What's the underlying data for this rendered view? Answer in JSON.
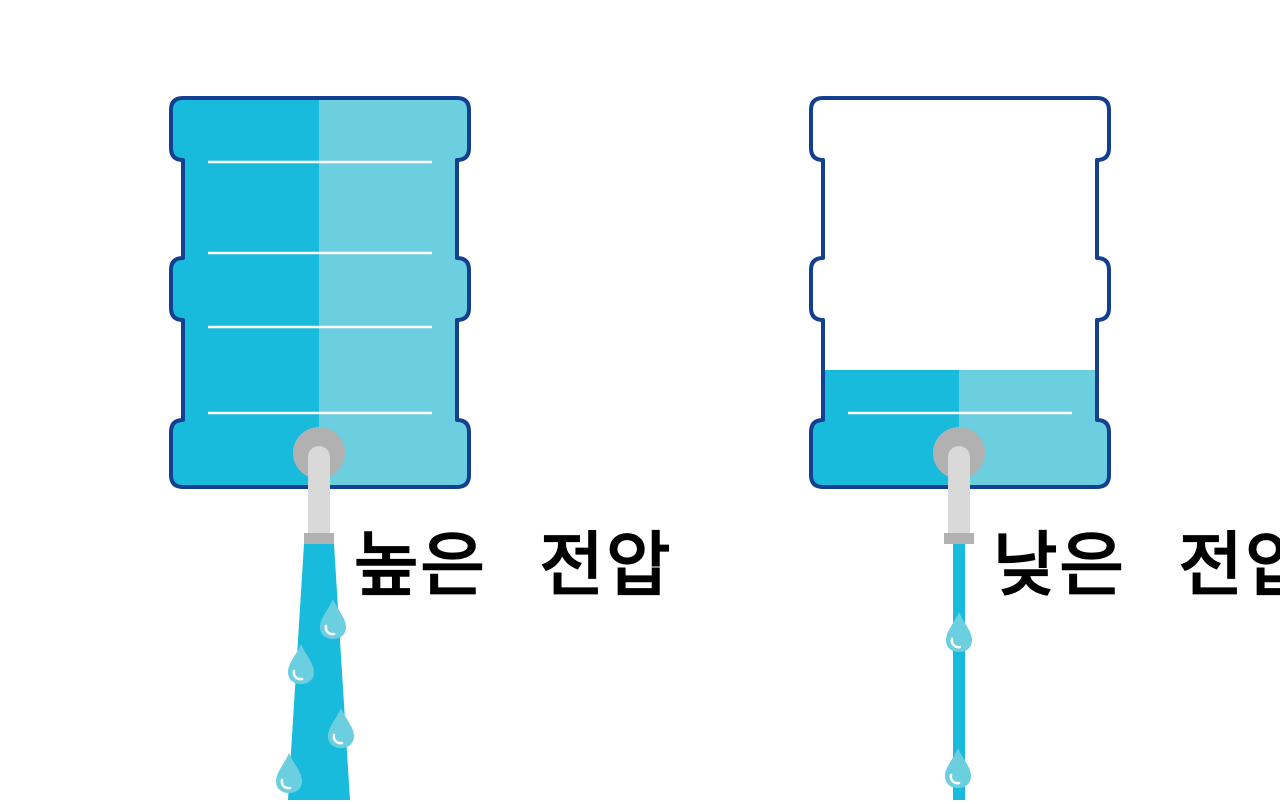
{
  "labels": {
    "high": "높은  전압",
    "low": "낮은  전압"
  },
  "tanks": [
    {
      "name": "high-voltage-tank",
      "fill_fraction": 1.0
    },
    {
      "name": "low-voltage-tank",
      "fill_fraction": 0.3
    }
  ],
  "colors": {
    "water_dark": "#19bbdc",
    "water_light": "#6bcfe0",
    "outline": "#123f8f",
    "faucet_light": "#d9d9d9",
    "faucet_dark": "#b1b1b1",
    "level_line": "#ffffff"
  },
  "icons": [
    "water-tank-icon",
    "faucet-icon",
    "water-drop-icon",
    "water-stream-icon"
  ]
}
